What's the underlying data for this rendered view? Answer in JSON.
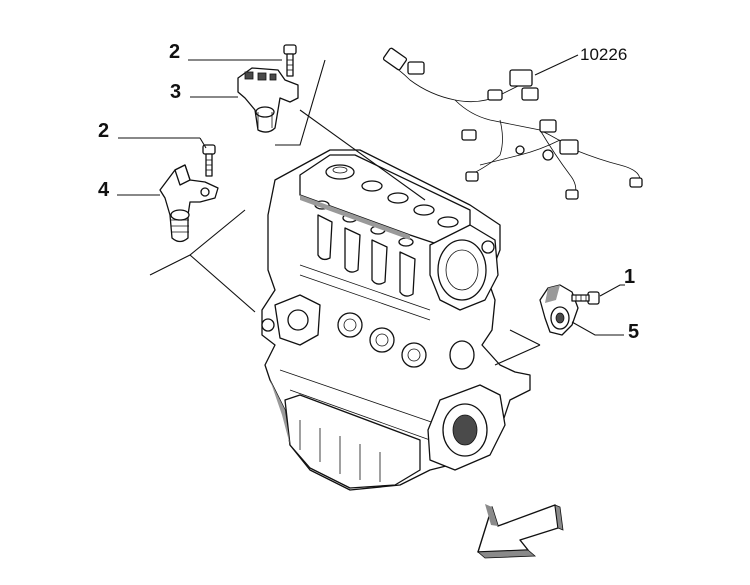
{
  "callouts": {
    "bolt_cam_sensor": "2",
    "cam_sensor": "3",
    "bolt_speed_sensor": "2",
    "speed_sensor": "4",
    "bolt_knock_sensor": "1",
    "knock_sensor": "5",
    "wiring_harness": "10226"
  },
  "colors": {
    "line": "#111111",
    "background": "#ffffff",
    "shading": "#9a9a9a"
  }
}
